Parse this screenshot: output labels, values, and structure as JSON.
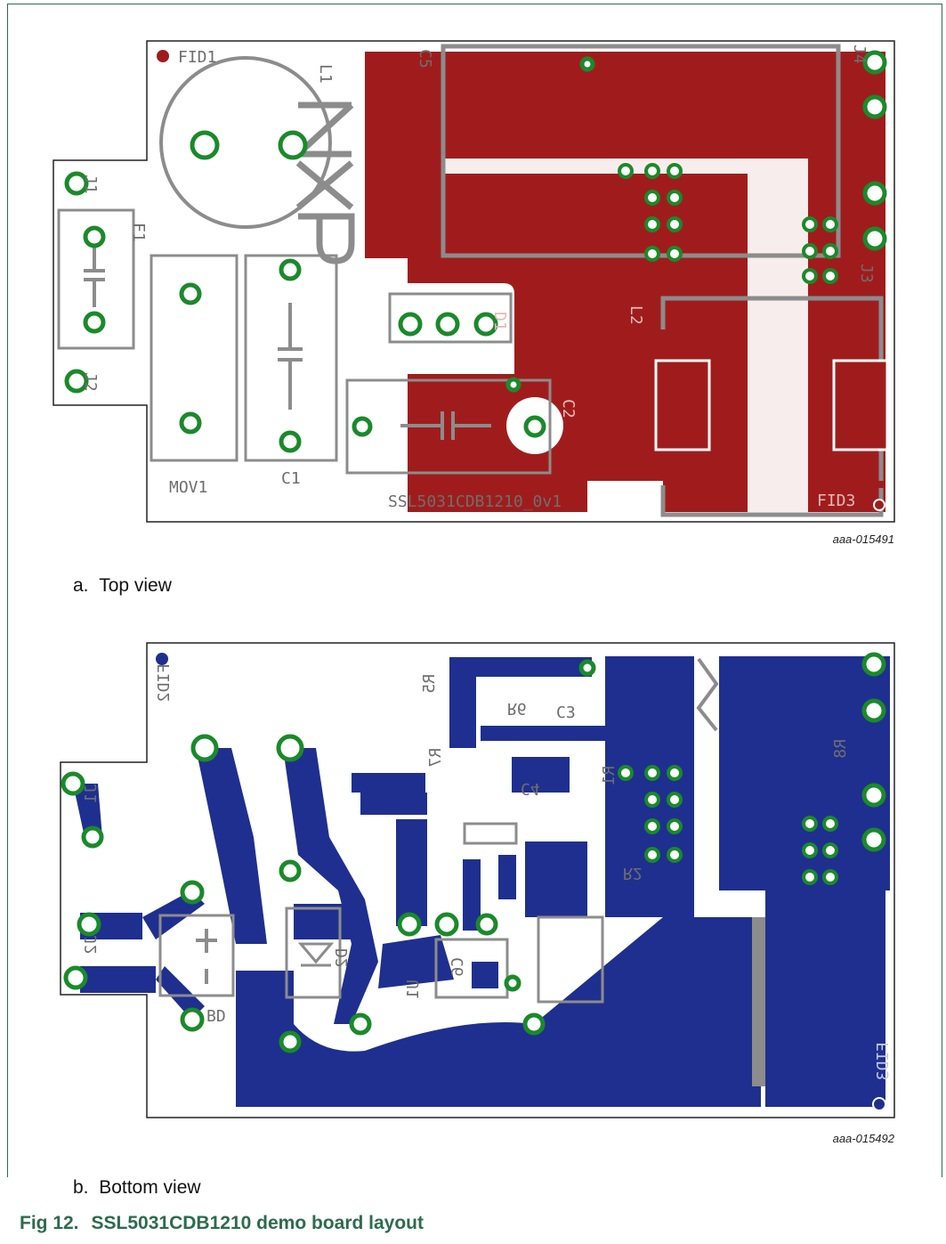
{
  "figure": {
    "number": "Fig 12.",
    "title": "SSL5031CDB1210 demo board layout"
  },
  "top_view": {
    "caption_letter": "a.",
    "caption": "Top view",
    "code": "aaa-015491",
    "board_label": "SSL5031CDB1210_0v1",
    "logo": "NXP",
    "labels": [
      "FID1",
      "L1",
      "C5",
      "J4",
      "J1",
      "F1",
      "MOV1",
      "C1",
      "D1",
      "L2",
      "C2",
      "J3",
      "J2",
      "FID3"
    ],
    "colors": {
      "copper": "#a01c1c",
      "pad_ring": "#1a8a2a",
      "silkscreen": "#8c8c8c"
    }
  },
  "bottom_view": {
    "caption_letter": "b.",
    "caption": "Bottom view",
    "code": "aaa-015492",
    "labels": [
      "FID2",
      "R5",
      "R6",
      "C3",
      "R7",
      "C4",
      "R1",
      "R8",
      "J1",
      "R2",
      "J2",
      "D2",
      "C6",
      "U1",
      "BD",
      "FID3"
    ],
    "colors": {
      "copper": "#1f2f8f",
      "pad_ring": "#1a8a2a",
      "silkscreen": "#8c8c8c"
    }
  }
}
